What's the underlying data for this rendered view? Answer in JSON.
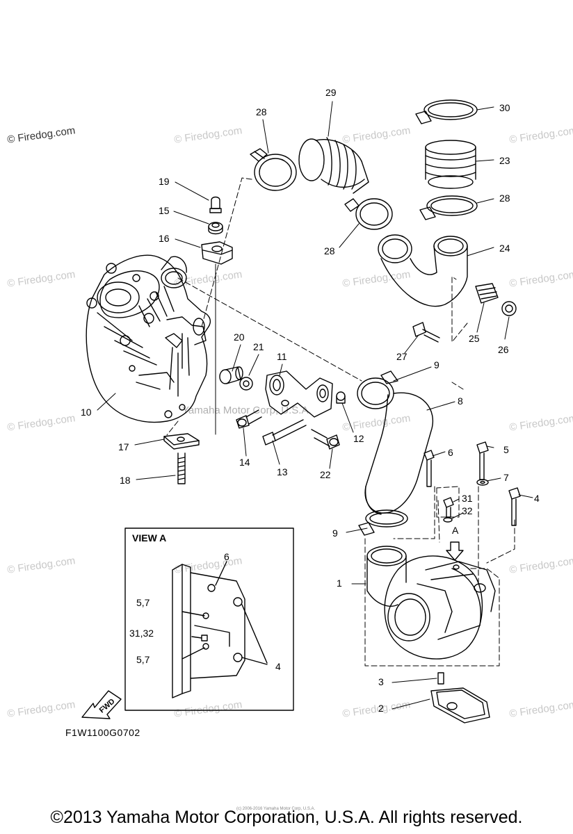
{
  "watermarks": {
    "primary": "© Firedog.com",
    "faint": "© Firedog.com"
  },
  "center_watermark": "Yamaha Motor Corp, U.S.A.",
  "view_a_title": "VIEW A",
  "drawing_code": "F1W1100G0702",
  "copyright": "©2013 Yamaha Motor Corporation, U.S.A. All rights reserved.",
  "tiny_credit": "(c) 2006-2016 Yamaha Motor Corp, U.S.A.",
  "fwd_label": "FWD",
  "arrow_a_label": "A",
  "callouts": {
    "c1": "1",
    "c2": "2",
    "c3": "3",
    "c4": "4",
    "c5": "5",
    "c6": "6",
    "c7": "7",
    "c8": "8",
    "c9a": "9",
    "c9b": "9",
    "c10": "10",
    "c11": "11",
    "c12": "12",
    "c13": "13",
    "c14": "14",
    "c15": "15",
    "c16": "16",
    "c17": "17",
    "c18": "18",
    "c19": "19",
    "c20": "20",
    "c21": "21",
    "c22": "22",
    "c23": "23",
    "c24": "24",
    "c25": "25",
    "c26": "26",
    "c27": "27",
    "c28a": "28",
    "c28b": "28",
    "c28c": "28",
    "c29": "29",
    "c30": "30",
    "c31": "31",
    "c32": "32"
  },
  "view_a_callouts": {
    "v6": "6",
    "v57a": "5,7",
    "v3132": "31,32",
    "v57b": "5,7",
    "v4": "4"
  }
}
